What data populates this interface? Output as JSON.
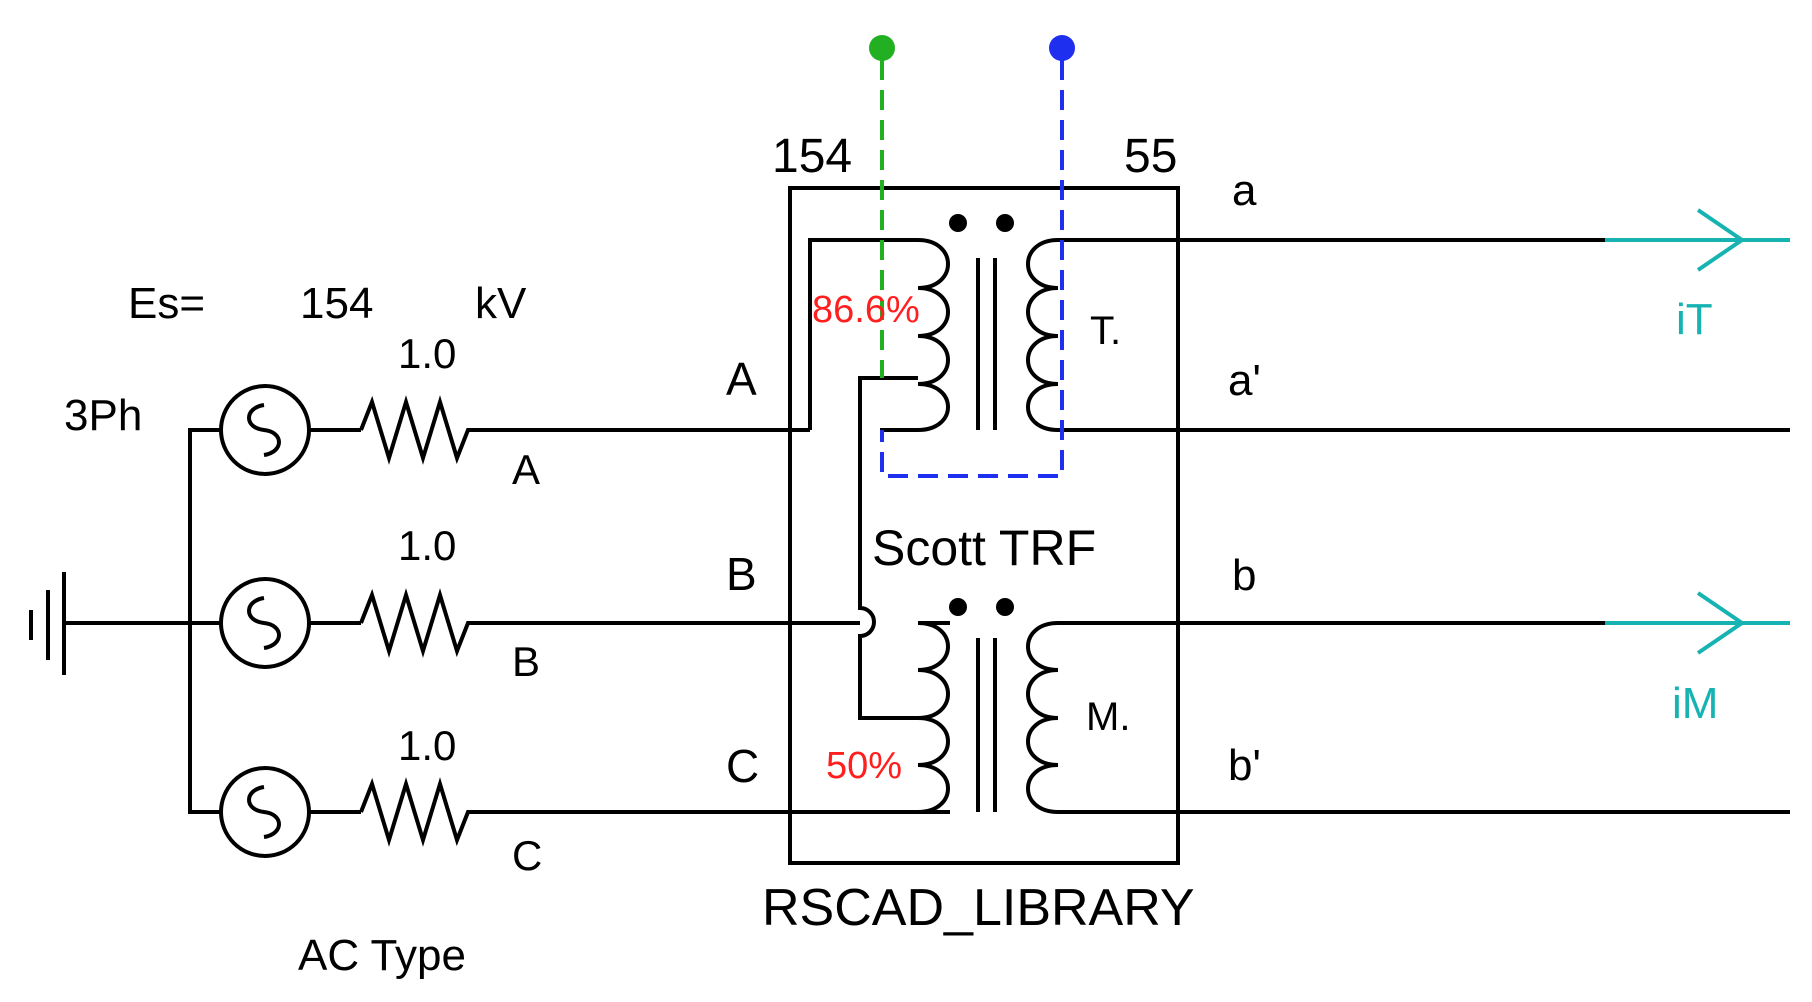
{
  "source": {
    "es_label": "Es=",
    "es_value": "154",
    "es_unit": "kV",
    "phase_label": "3Ph",
    "type_label": "AC Type",
    "resistances": [
      "1.0",
      "1.0",
      "1.0"
    ],
    "output_phases": [
      "A",
      "B",
      "C"
    ]
  },
  "transformer": {
    "primary_voltage": "154",
    "secondary_voltage": "55",
    "input_phases": [
      "A",
      "B",
      "C"
    ],
    "name": "Scott TRF",
    "library": "RSCAD_LIBRARY",
    "teaser_label": "T.",
    "main_label": "M.",
    "teaser_tap": "86.6%",
    "main_tap": "50%",
    "outputs": [
      "a",
      "a'",
      "b",
      "b'"
    ]
  },
  "currents": {
    "teaser": "iT",
    "main": "iM"
  },
  "colors": {
    "teaser_probe": "#22b022",
    "main_probe": "#1f2ff0",
    "current_arrows": "#17b3b3",
    "tap_labels": "#ff1f1f"
  }
}
